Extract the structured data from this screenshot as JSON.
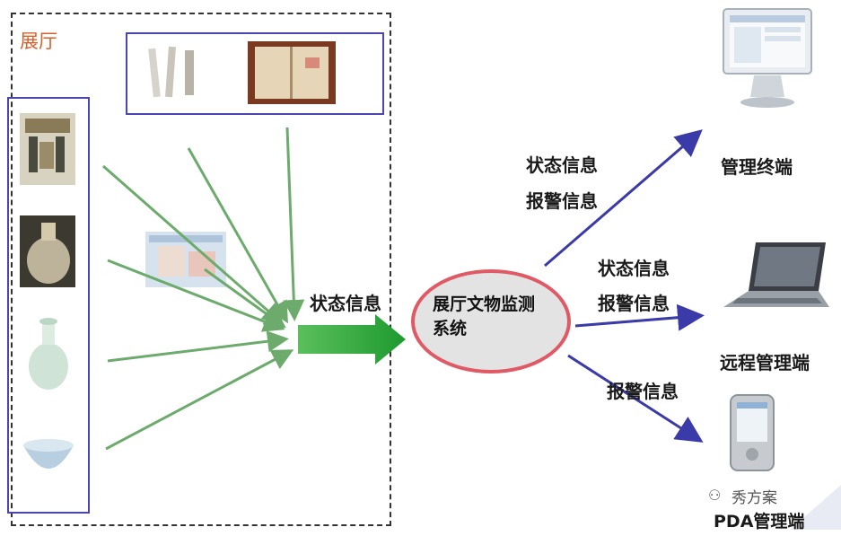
{
  "hall": {
    "label": "展厅"
  },
  "center": {
    "label": "展厅文物监测系统"
  },
  "flows": {
    "inbound_label": "状态信息",
    "to_manager": {
      "line1": "状态信息",
      "line2": "报警信息"
    },
    "to_remote": {
      "line1": "状态信息",
      "line2": "报警信息"
    },
    "to_pda": {
      "line1": "报警信息"
    }
  },
  "endpoints": {
    "manager": "管理终端",
    "remote": "远程管理端",
    "pda": "PDA管理端"
  },
  "watermark": {
    "text": "秀方案"
  },
  "colors": {
    "green_arrow": "#6cab6c",
    "blue_arrow": "#3a3aa8",
    "box_border": "#4a45b0",
    "center_border": "#e05a66",
    "hall_label": "#d4602a"
  }
}
